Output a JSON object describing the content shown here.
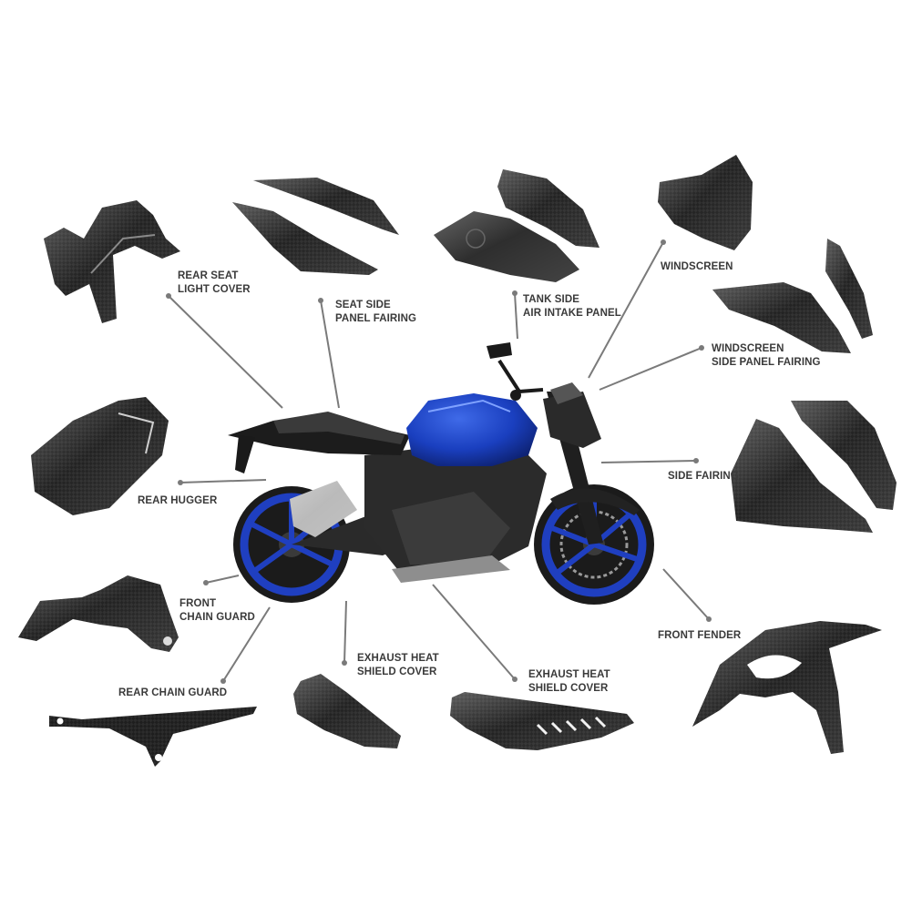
{
  "labels": {
    "rear_seat_light_cover": [
      "REAR SEAT",
      "LIGHT COVER"
    ],
    "seat_side_panel_fairing": [
      "SEAT SIDE",
      "PANEL FAIRING"
    ],
    "tank_side_air_intake_panel": [
      "TANK SIDE",
      "AIR INTAKE PANEL"
    ],
    "windscreen": [
      "WINDSCREEN"
    ],
    "windscreen_side_panel_fairing": [
      "WINDSCREEN",
      "SIDE PANEL FAIRING"
    ],
    "rear_hugger": [
      "REAR HUGGER"
    ],
    "side_fairing": [
      "SIDE FAIRING"
    ],
    "front_chain_guard": [
      "FRONT",
      "CHAIN GUARD"
    ],
    "rear_chain_guard": [
      "REAR CHAIN GUARD"
    ],
    "exhaust_heat_shield_cover_left": [
      "EXHAUST HEAT",
      "SHIELD COVER"
    ],
    "exhaust_heat_shield_cover_right": [
      "EXHAUST HEAT",
      "SHIELD COVER"
    ],
    "front_fender": [
      "FRONT FENDER"
    ]
  },
  "colors": {
    "background": "#ffffff",
    "carbon": "#1c1c1c",
    "carbon_highlight": "#5a5a5a",
    "bike_blue": "#1a3fbf",
    "bike_dark": "#2a2a2a",
    "leader_line": "#7a7a7a",
    "label_text": "#3a3a3a"
  }
}
